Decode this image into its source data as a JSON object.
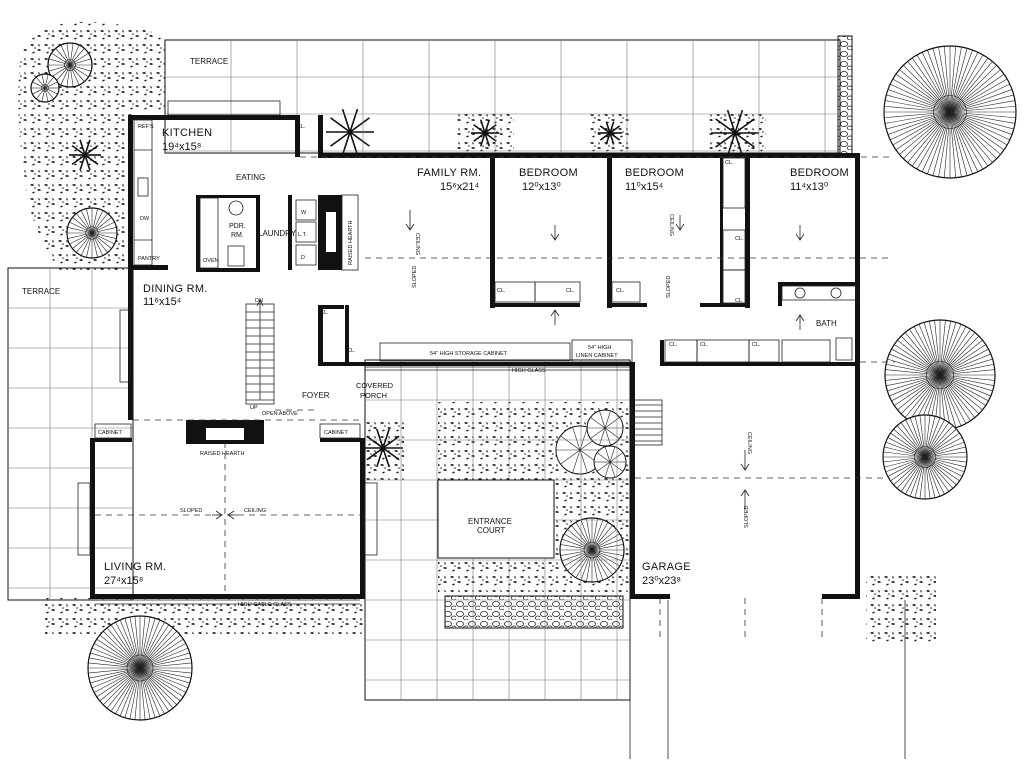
{
  "rooms": {
    "kitchen": {
      "name": "KITCHEN",
      "dims": "19⁴x15⁸"
    },
    "eating": {
      "name": "EATING"
    },
    "pdr": {
      "name": "PDR.\nRM."
    },
    "laundry": {
      "name": "LAUNDRY"
    },
    "family": {
      "name": "FAMILY RM.",
      "dims": "15⁶x21⁴"
    },
    "bed1": {
      "name": "BEDROOM",
      "dims": "12⁰x13⁰"
    },
    "bed2": {
      "name": "BEDROOM",
      "dims": "11⁰x15⁴"
    },
    "bed3": {
      "name": "BEDROOM",
      "dims": "11⁴x13⁰"
    },
    "dining": {
      "name": "DINING RM.",
      "dims": "11⁶x15⁴"
    },
    "foyer": {
      "name": "FOYER"
    },
    "porch": {
      "name1": "COVERED",
      "name2": "PORCH"
    },
    "bath": {
      "name": "BATH"
    },
    "living": {
      "name": "LIVING RM.",
      "dims": "27⁴x15⁸"
    },
    "court": {
      "name1": "ENTRANCE",
      "name2": "COURT"
    },
    "garage": {
      "name": "GARAGE",
      "dims": "23⁰x23⁸"
    }
  },
  "terraces": {
    "top": "TERRACE",
    "left": "TERRACE"
  },
  "notes": {
    "storage_cabinet": "54\" HIGH STORAGE CABINET",
    "linen_cabinet_1": "54\" HIGH",
    "linen_cabinet_2": "LINEN CABINET",
    "high_glass": "HIGH GLASS",
    "open_above": "OPEN ABOVE",
    "raised_hearth_living": "RAISED HEARTH",
    "raised_hearth_family": "RAISED HEARTH",
    "high_gable_glass": "HIGH GABLE GLASS",
    "cabinet_left": "CABINET",
    "cabinet_right": "CABINET",
    "sloped": "SLOPED",
    "ceiling": "CEILING",
    "closet": "CL.",
    "refs": "REF'S",
    "pantry": "PANTRY",
    "oven": "OVEN",
    "dw": "DW",
    "stair_dn": "DN",
    "stair_up": "UP",
    "washer": "W",
    "dryer": "D",
    "laundry_tub": "L.T."
  }
}
